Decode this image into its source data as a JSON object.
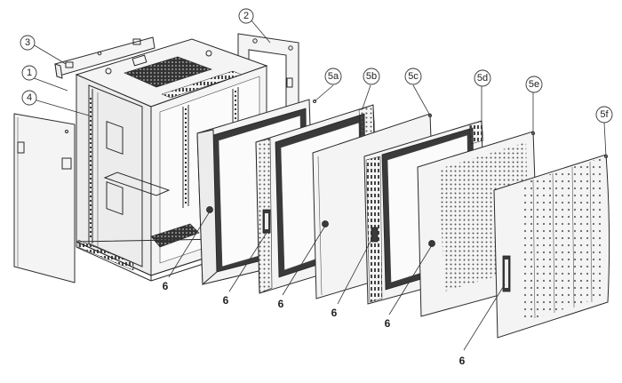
{
  "callouts": {
    "c1": "1",
    "c2": "2",
    "c3": "3",
    "c4": "4",
    "c5a": "5a",
    "c5b": "5b",
    "c5c": "5c",
    "c5d": "5d",
    "c5e": "5e",
    "c5f": "5f"
  },
  "handle_labels": [
    "6",
    "6",
    "6",
    "6",
    "6",
    "6"
  ],
  "colors": {
    "line": "#2a2a2a",
    "panel": "#f4f4f4",
    "frame": "#3a3a3a"
  }
}
